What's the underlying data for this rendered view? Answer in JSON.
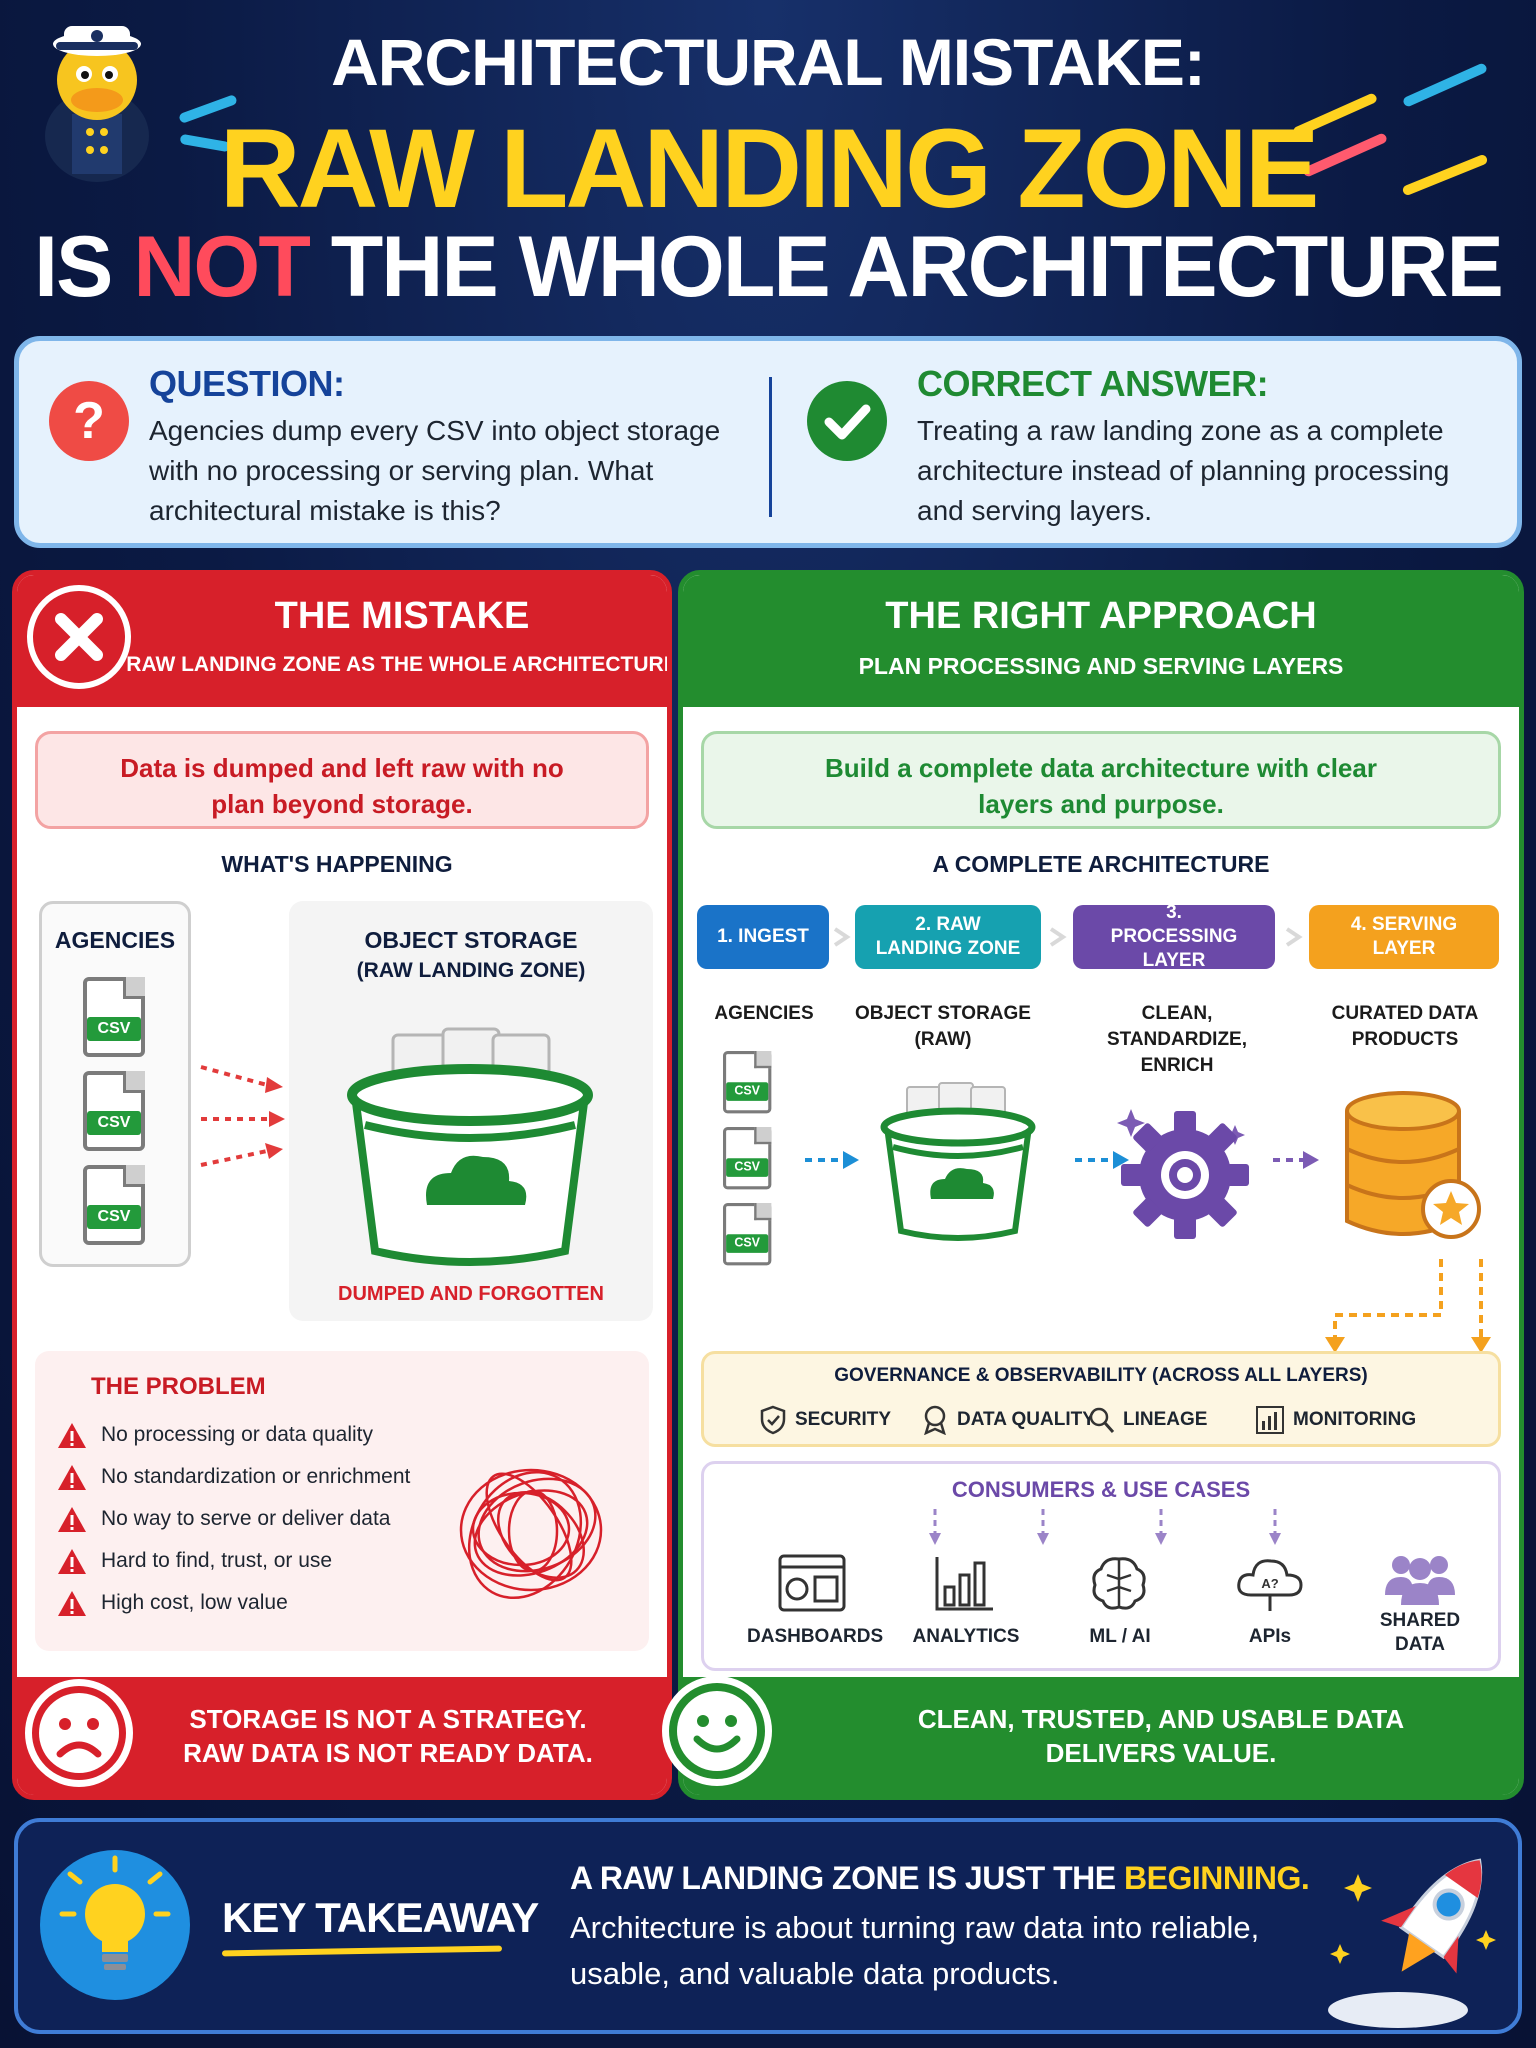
{
  "header": {
    "line1": "ARCHITECTURAL MISTAKE:",
    "line2": "RAW LANDING ZONE",
    "line3_a": "IS ",
    "line3_not": "NOT",
    "line3_b": " THE WHOLE ARCHITECTURE"
  },
  "qa": {
    "question_icon": "?",
    "question_title": "QUESTION:",
    "question_text": "Agencies dump every CSV into object storage with no processing or serving plan. What architectural mistake is this?",
    "answer_title": "CORRECT ANSWER:",
    "answer_text": "Treating a raw landing zone as a complete architecture instead of planning processing and serving layers."
  },
  "mistake": {
    "title": "THE MISTAKE",
    "subtitle": "RAW LANDING ZONE AS THE WHOLE ARCHITECTURE",
    "note": "Data is dumped and left raw with no plan beyond storage.",
    "happening_label": "WHAT'S HAPPENING",
    "agencies_label": "AGENCIES",
    "file_tag": "CSV",
    "storage_label_1": "OBJECT STORAGE",
    "storage_label_2": "(RAW LANDING ZONE)",
    "dumped_label": "DUMPED AND FORGOTTEN",
    "problem_title": "THE PROBLEM",
    "problems": [
      "No processing or data quality",
      "No standardization or enrichment",
      "No way to serve or deliver data",
      "Hard to find, trust, or use",
      "High cost, low value"
    ],
    "footer_1": "STORAGE IS NOT A STRATEGY.",
    "footer_2": "RAW DATA IS NOT READY DATA."
  },
  "approach": {
    "title": "THE RIGHT APPROACH",
    "subtitle": "PLAN PROCESSING AND SERVING LAYERS",
    "note": "Build a complete data architecture with clear layers and purpose.",
    "arch_label": "A COMPLETE ARCHITECTURE",
    "steps": [
      {
        "label": "1. INGEST",
        "color": "#1a73c8"
      },
      {
        "label": "2. RAW LANDING ZONE",
        "color": "#16a1b0"
      },
      {
        "label": "3. PROCESSING LAYER",
        "color": "#6b49a8"
      },
      {
        "label": "4. SERVING LAYER",
        "color": "#f4a11e"
      }
    ],
    "columns": [
      "AGENCIES",
      "OBJECT STORAGE (RAW)",
      "CLEAN, STANDARDIZE, ENRICH",
      "CURATED DATA PRODUCTS"
    ],
    "file_tag": "CSV",
    "governance_title": "GOVERNANCE & OBSERVABILITY (ACROSS ALL LAYERS)",
    "governance_items": [
      "SECURITY",
      "DATA QUALITY",
      "LINEAGE",
      "MONITORING"
    ],
    "consumers_title": "CONSUMERS & USE CASES",
    "consumers": [
      "DASHBOARDS",
      "ANALYTICS",
      "ML / AI",
      "APIs",
      "SHARED DATA"
    ],
    "footer_1": "CLEAN, TRUSTED, AND USABLE DATA",
    "footer_2": "DELIVERS VALUE."
  },
  "takeaway": {
    "label": "KEY TAKEAWAY",
    "headline_a": "A RAW LANDING ZONE IS JUST THE ",
    "headline_b": "BEGINNING.",
    "text_1": "Architecture is about turning raw data into reliable,",
    "text_2": "usable, and valuable data products."
  },
  "colors": {
    "accent_yellow": "#ffd21f",
    "mistake_red": "#d7202a",
    "approach_green": "#238d2e",
    "navy": "#0b1a44"
  }
}
